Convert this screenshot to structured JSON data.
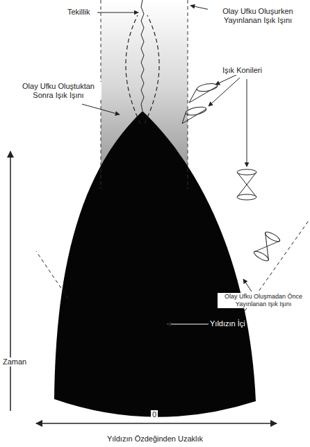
{
  "diagram": {
    "labels": [
      "Tekillik",
      "Olay Ufku Oluşurken Yayınlanan Işık Işını",
      "Olay Ufku Oluştuktan Sonra Işık Işını",
      "Işık Konileri",
      "Yıldızın İçi",
      "Olay Ufku Oluşmadan Önce Yayınlanan Işık Işını",
      "Zaman",
      "0",
      "Yıldızın Özdeğinden Uzaklık"
    ]
  }
}
